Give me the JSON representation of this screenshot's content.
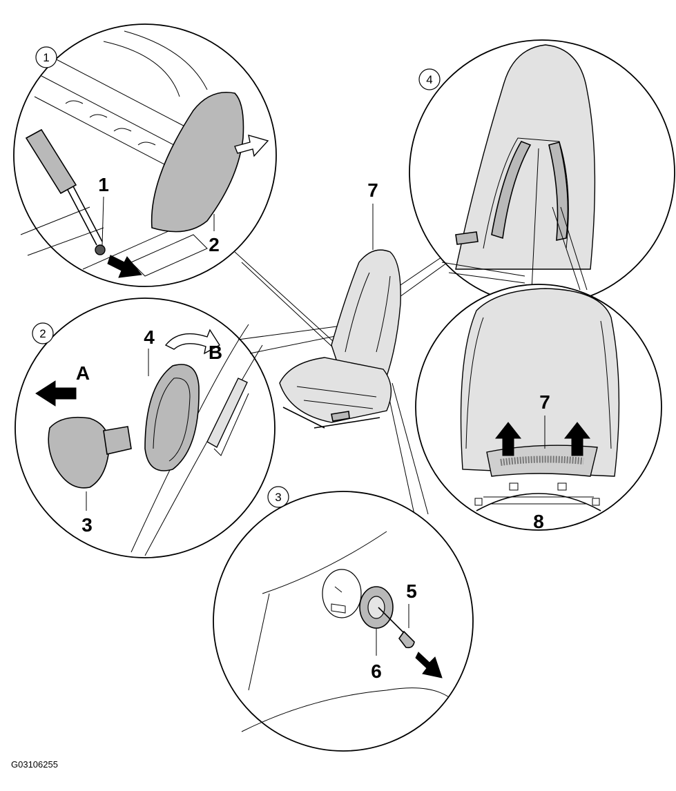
{
  "diagram": {
    "figure_code": "G03106255",
    "step_markers": [
      "1",
      "2",
      "3",
      "4"
    ],
    "callouts": {
      "c1": "1",
      "c2": "2",
      "c3": "3",
      "c4": "4",
      "c5": "5",
      "c6": "6",
      "c7_seat": "7",
      "c7_detail": "7",
      "c8": "8",
      "cA": "A",
      "cB": "B"
    },
    "colors": {
      "line": "#000000",
      "part_fill": "#b9b9b9",
      "background": "#ffffff"
    }
  }
}
